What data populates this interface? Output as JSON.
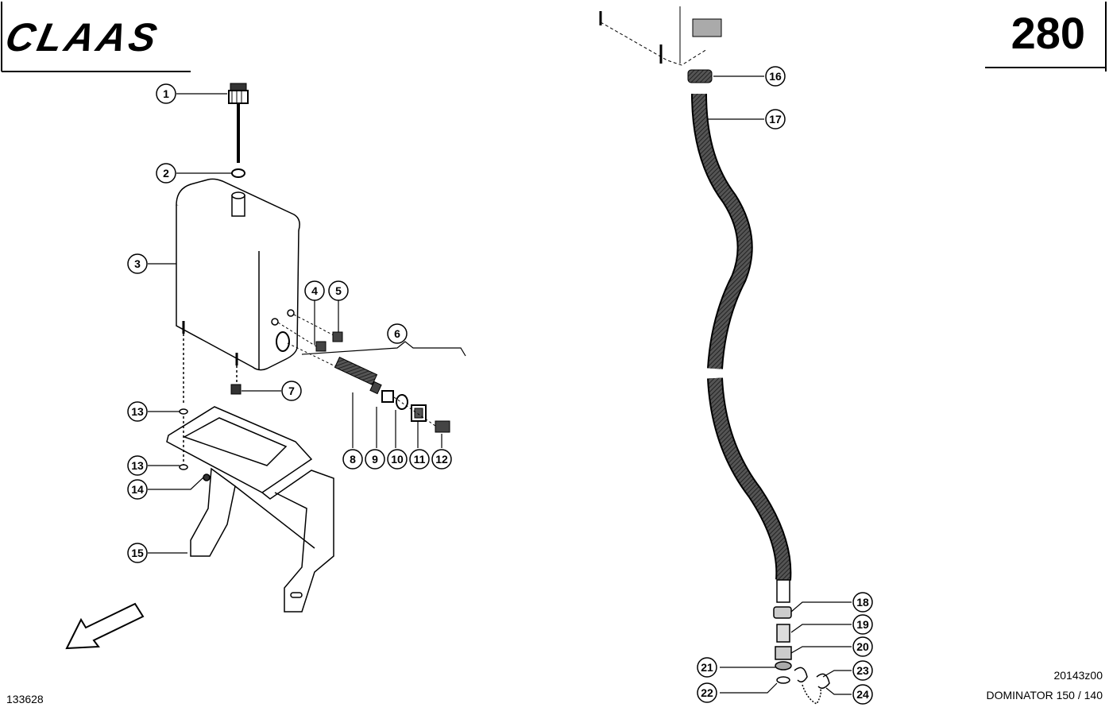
{
  "header": {
    "brand": "CLAAS",
    "page_number": "280"
  },
  "footer": {
    "drawing_number": "133628",
    "ref_code": "20143z00",
    "model": "DOMINATOR 150 / 140"
  },
  "callouts": [
    "1",
    "2",
    "3",
    "4",
    "5",
    "6",
    "7",
    "8",
    "9",
    "10",
    "11",
    "12",
    "13",
    "13",
    "14",
    "15",
    "16",
    "17",
    "18",
    "19",
    "20",
    "21",
    "22",
    "23",
    "24"
  ]
}
